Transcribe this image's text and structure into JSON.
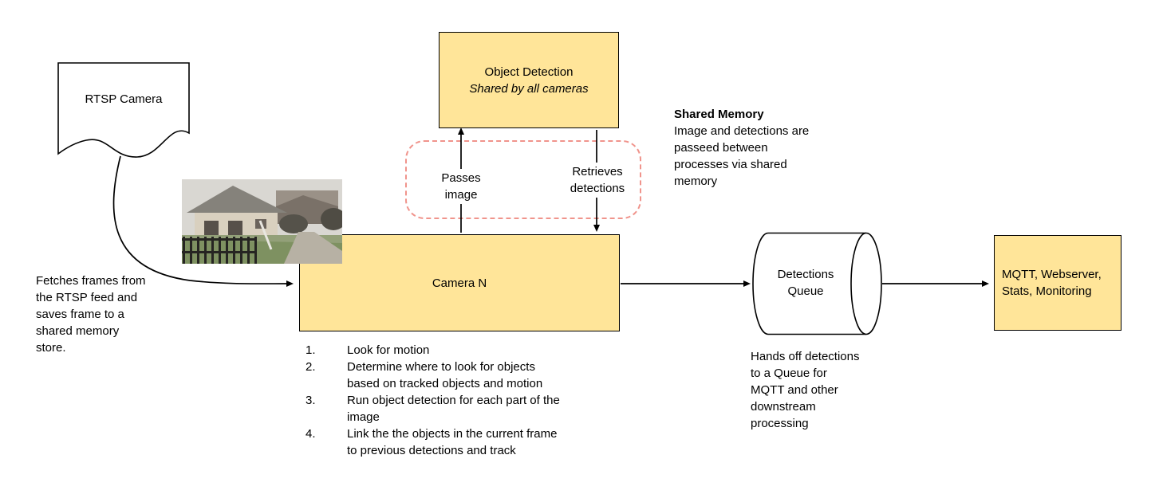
{
  "diagram": {
    "nodes": {
      "rtsp_camera": {
        "label": "RTSP Camera"
      },
      "object_detection": {
        "title": "Object Detection",
        "subtitle": "Shared by all cameras"
      },
      "camera_n": {
        "label": "Camera N"
      },
      "detections_queue": {
        "label": "Detections\nQueue"
      },
      "outputs": {
        "label": "MQTT, Webserver,\nStats, Monitoring"
      }
    },
    "edges": {
      "passes_image": "Passes\nimage",
      "retrieves_detections": "Retrieves\ndetections"
    },
    "notes": {
      "shared_memory_title": "Shared Memory",
      "shared_memory_body": "Image and detections are\npasseed between\nprocesses via shared\nmemory",
      "fetch_frames": "Fetches frames from\nthe RTSP feed and\nsaves frame to a\nshared memory\nstore.",
      "queue_handoff": "Hands off detections\nto a Queue for\nMQTT and other\ndownstream\nprocessing"
    },
    "camera_steps": [
      {
        "num": "1.",
        "text": "Look for motion"
      },
      {
        "num": "2.",
        "text": "Determine where to look for objects\nbased on tracked objects and motion"
      },
      {
        "num": "3.",
        "text": "Run object detection for each part of the\nimage"
      },
      {
        "num": "4.",
        "text": "Link the the objects in the current frame\nto previous detections and track"
      }
    ],
    "colors": {
      "node_fill": "#ffe599",
      "node_border": "#000000",
      "shared_memory_dash": "#f0948c",
      "arrow": "#000000"
    }
  }
}
